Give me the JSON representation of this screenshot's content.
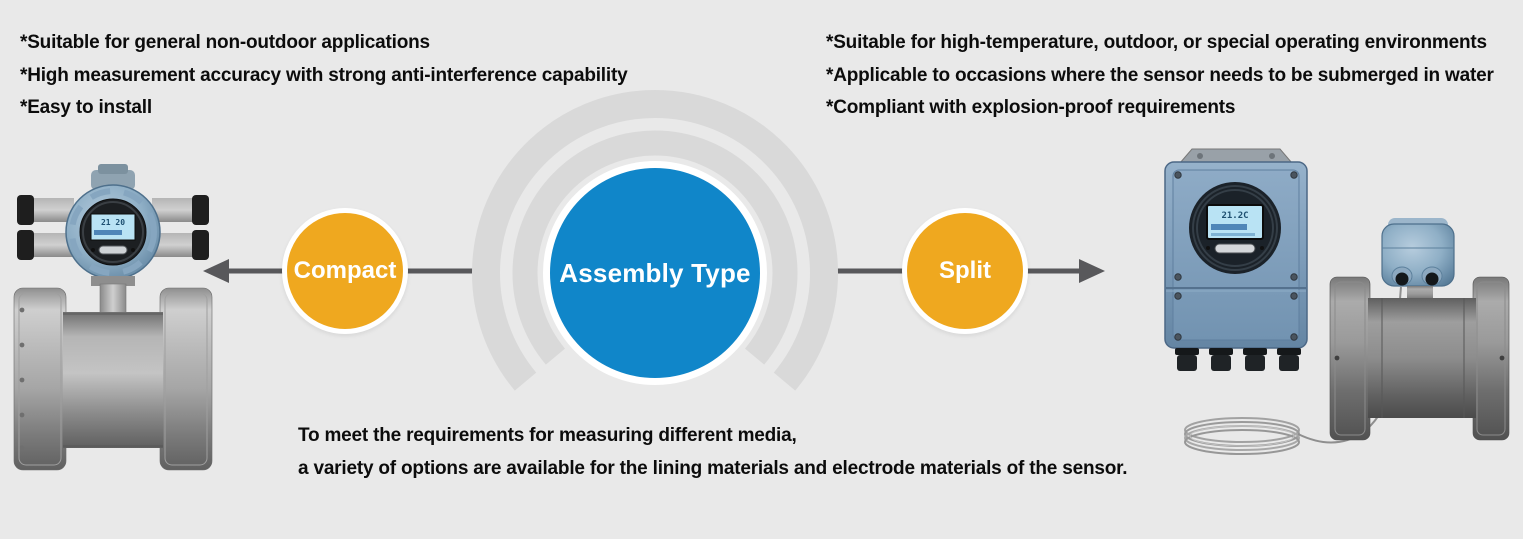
{
  "hub": {
    "title": "Assembly Type"
  },
  "branches": {
    "compact": {
      "label": "Compact",
      "bullets": [
        "*Suitable for general non-outdoor applications",
        "*High measurement accuracy with strong anti-interference capability",
        "*Easy to install"
      ]
    },
    "split": {
      "label": "Split",
      "bullets": [
        "*Suitable for high-temperature, outdoor, or special operating environments",
        "*Applicable to occasions where the sensor needs to be submerged in water",
        "*Compliant with explosion-proof requirements"
      ]
    }
  },
  "footer": {
    "lines": [
      "To meet the requirements for measuring different media,",
      "a variety of options are available for the lining materials and electrode materials of the sensor."
    ]
  },
  "devices": {
    "compact_meter": {
      "display_value": "21 20"
    },
    "split_meter": {
      "display_value": "21.2C"
    }
  },
  "colors": {
    "background": "#e9e9e9",
    "hub_blue": "#1086c9",
    "node_orange": "#efa81f",
    "arrow_gray": "#58585b",
    "arc_gray": "#d9d9d9",
    "text": "#0c0c0c"
  }
}
